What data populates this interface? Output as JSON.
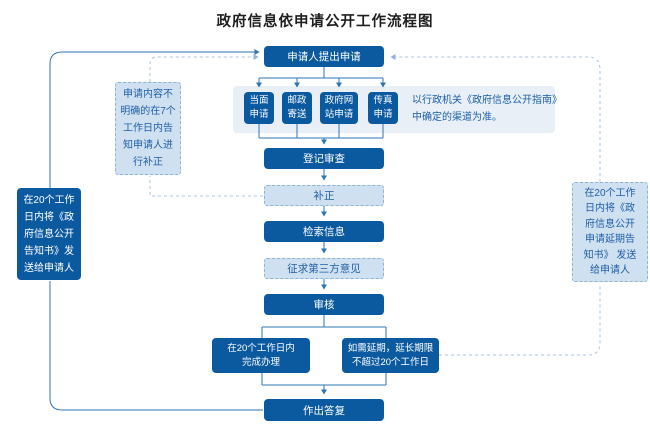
{
  "title": "政府信息依申请公开工作流程图",
  "colors": {
    "box_dark": "#0b5aa0",
    "box_light_fill": "#cfe0f0",
    "box_light_border": "#8fb4d9",
    "panel": "#e9eff6",
    "connector_solid": "#2e75b6",
    "connector_dashed": "#a9c6e0",
    "text_light_box": "#1f5fa8"
  },
  "flow": {
    "apply": "申请人提出申请",
    "channels": [
      [
        "当面",
        "申请"
      ],
      [
        "邮政",
        "寄送"
      ],
      [
        "政府网",
        "站申请"
      ],
      [
        "传真",
        "申请"
      ]
    ],
    "channels_note": [
      "以行政机关《政府信息公开指南》",
      "中确定的渠道为准。"
    ],
    "register": "登记审查",
    "correction": "补正",
    "search": "检索信息",
    "third_party": "征求第三方意见",
    "review": "审核",
    "complete": [
      "在20个工作日内",
      "完成办理"
    ],
    "extend": [
      "如需延期，延长期限",
      "不超过20个工作日"
    ],
    "reply": "作出答复",
    "correction_note": [
      "申请内容不",
      "明确的在7个",
      "工作日内告",
      "知申请人进",
      "行补正"
    ],
    "disclosure_notice": [
      "在20个工作",
      "日内将《政",
      "府信息公开",
      "告知书》发",
      "送给申请人"
    ],
    "extension_notice": [
      "在20个工作",
      "日内将《政",
      "府信息公开",
      "申请延期告",
      "知书》 发送",
      "给申请人"
    ]
  }
}
